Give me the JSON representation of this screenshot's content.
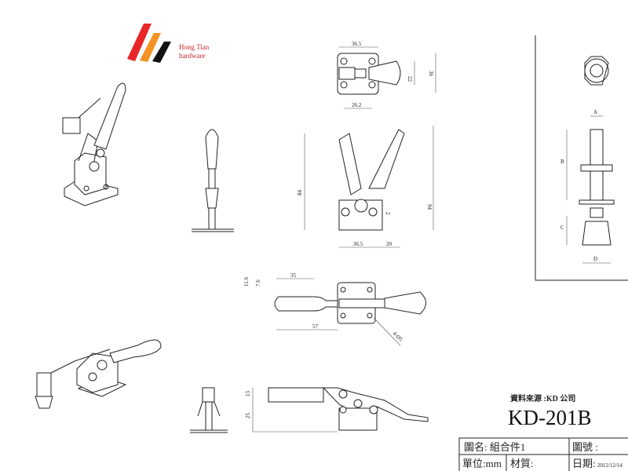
{
  "logo": {
    "line1": "Hong Tian",
    "line2": "hardware"
  },
  "top_view_dims": {
    "width": "36.5",
    "hole_spacing": "26.2",
    "handle_width": "22",
    "height": "36"
  },
  "side_view_dims": {
    "height_open": "84",
    "height_total": "94",
    "small": "2",
    "base": "36.5",
    "offset": "20"
  },
  "plan_view_dims": {
    "d1": "11.6",
    "d2": "7.6",
    "d3": "35",
    "d4": "57",
    "holes": "4-Ø5"
  },
  "bottom_view_dims": {
    "h1": "13",
    "h2": "25"
  },
  "spindle_dims": {
    "a": "A",
    "b": "B",
    "c": "C",
    "d": "D"
  },
  "title_block": {
    "source": "資料來源 :KD 公司",
    "model": "KD-201B",
    "drawing_name": "圖名: 組合件1",
    "drawing_no": "圖號 :",
    "unit": "單位:mm",
    "material": "材質:",
    "date_label": "日期:",
    "date_value": "2012/12/14"
  }
}
